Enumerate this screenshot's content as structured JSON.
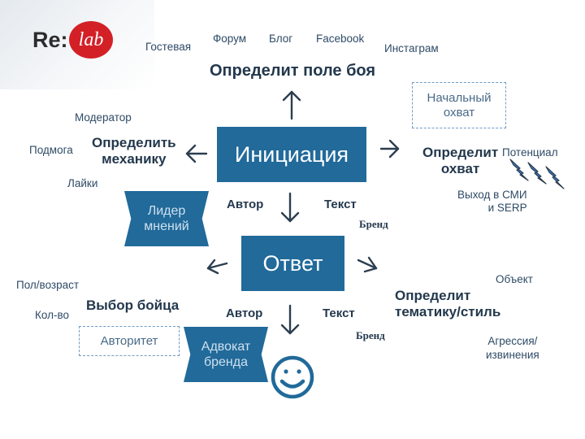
{
  "logo": {
    "text_left": "Re:",
    "text_right": "lab"
  },
  "top_links": {
    "guestbook": "Гостевая",
    "forum": "Форум",
    "blog": "Блог",
    "facebook": "Facebook",
    "instagram": "Инстаграм"
  },
  "top_goal": "Определит поле боя",
  "initial_reach": "Начальный\nохват",
  "left_group": {
    "moderator": "Модератор",
    "help": "Подмога",
    "likes": "Лайки",
    "heading": "Определить\nмеханику"
  },
  "center": {
    "initiation": "Инициация",
    "answer": "Ответ"
  },
  "right_group": {
    "heading": "Определит\nохват",
    "potential": "Потенциал",
    "media": "Выход в СМИ\nи SERP"
  },
  "leader": "Лидер\nмнений",
  "row1": {
    "author": "Автор",
    "text": "Текст",
    "brand": "Бренд"
  },
  "left_bottom": {
    "sex_age": "Пол/возраст",
    "count": "Кол-во",
    "heading": "Выбор бойца",
    "authority": "Авторитет"
  },
  "right_bottom": {
    "object": "Объект",
    "heading": "Определит\nтематику/стиль",
    "aggression": "Агрессия/\nизвинения"
  },
  "row2": {
    "author": "Автор",
    "text": "Текст",
    "brand": "Бренд"
  },
  "advocate": "Адвокат\nбренда",
  "colors": {
    "primary": "#216a9a",
    "dark_text": "#23384d",
    "light_text": "#2e4a66",
    "logo_red": "#d32027",
    "lightning": "#3a7fd0"
  },
  "icons": [
    "arrow-up-icon",
    "arrow-left-icon",
    "arrow-right-icon",
    "arrow-down-icon",
    "lightning-icon",
    "smiley-icon"
  ]
}
